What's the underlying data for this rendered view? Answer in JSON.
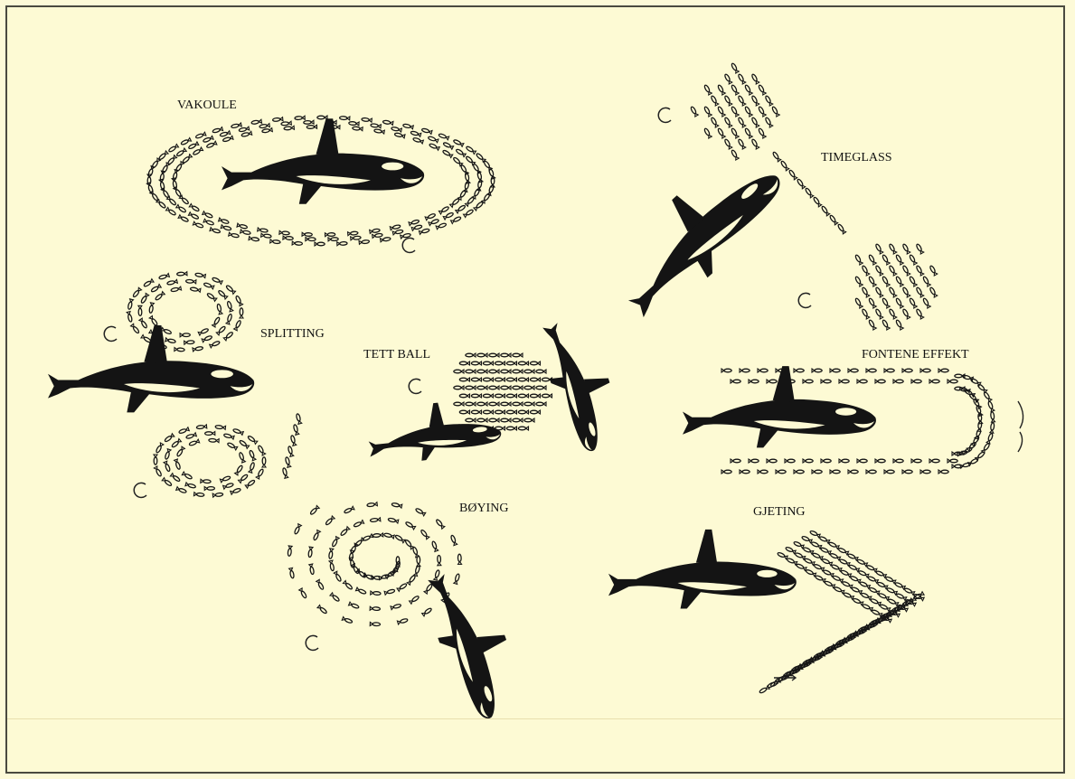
{
  "diagram": {
    "labels": {
      "vakoule": "VAKOULE",
      "timeglass": "TIMEGLASS",
      "splitting": "SPLITTING",
      "tett_ball": "TETT BALL",
      "fontene_effekt": "FONTENE EFFEKT",
      "boying": "BØYING",
      "gjeting": "GJETING"
    },
    "icon_names": [
      "orca-icon",
      "fish-school-icon",
      "circular-arrow-icon"
    ],
    "colors": {
      "background": "#fdfad4",
      "ink": "#141414"
    }
  }
}
